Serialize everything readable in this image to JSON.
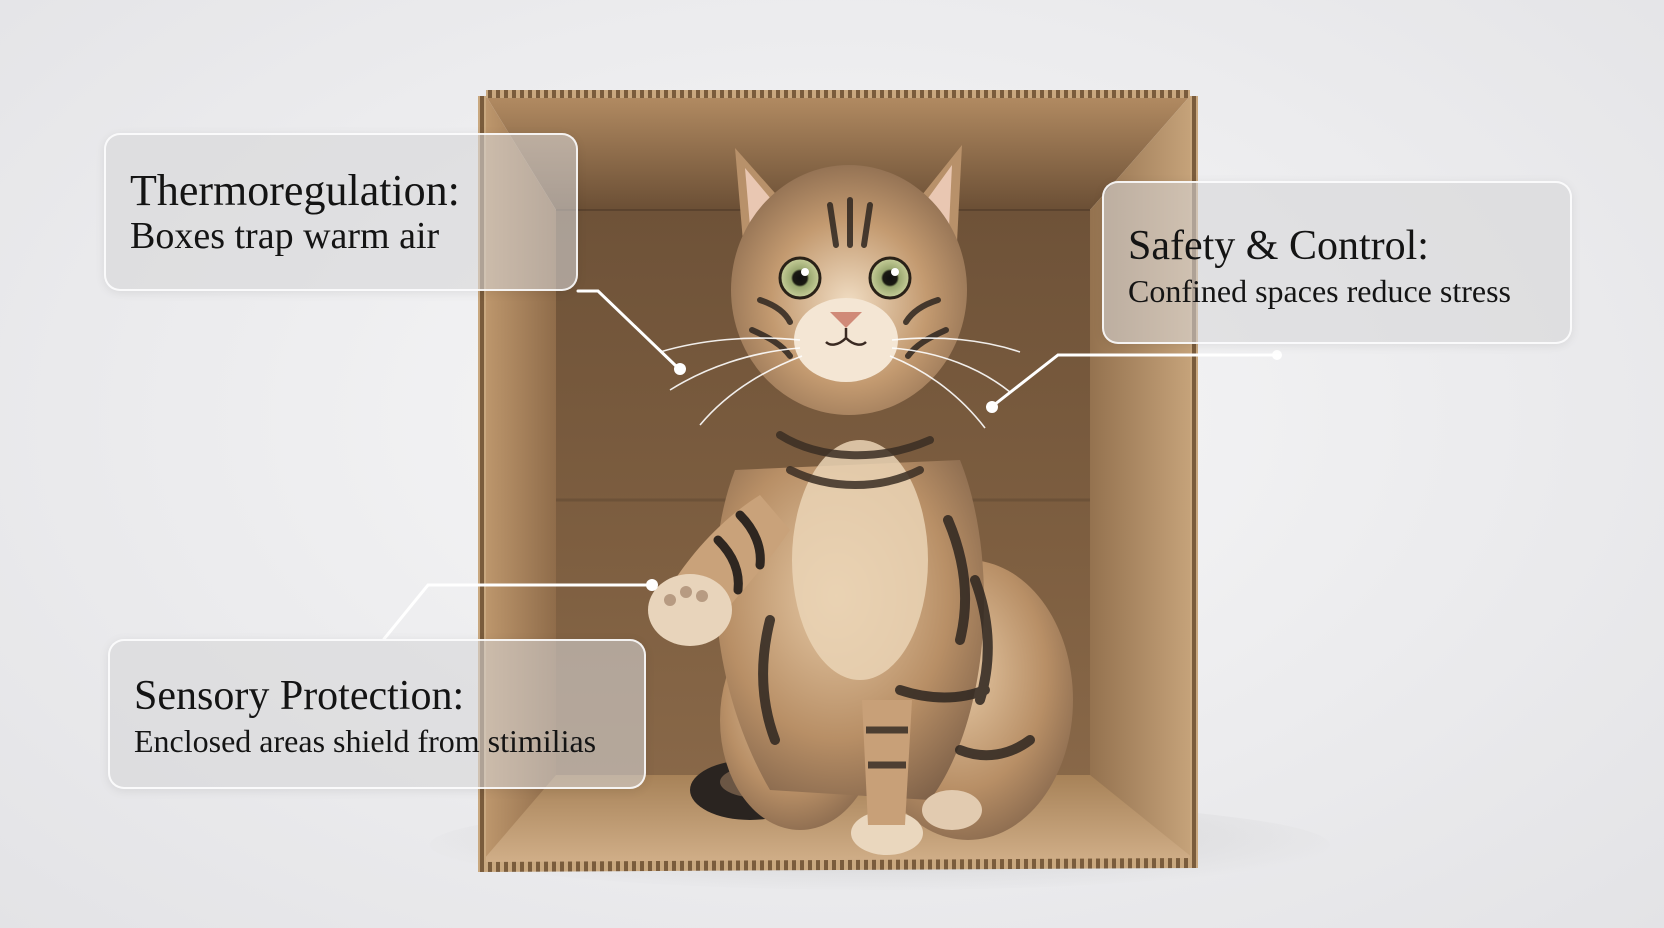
{
  "callouts": {
    "thermoregulation": {
      "heading": "Thermoregulation:",
      "text": "Boxes trap warm air"
    },
    "safety": {
      "heading": "Safety & Control:",
      "text": "Confined spaces reduce stress"
    },
    "sensory": {
      "heading": "Sensory Protection:",
      "text": "Enclosed areas shield from stimilias"
    }
  },
  "colors": {
    "background": "#ececee",
    "cardboard": "#c8a57c",
    "cardboard_inner": "#8e6b48",
    "cat_fur": "#b89068",
    "cat_stripes": "#2e2620",
    "callout_fill": "#d6d6d8",
    "leader_line": "#ffffff"
  }
}
